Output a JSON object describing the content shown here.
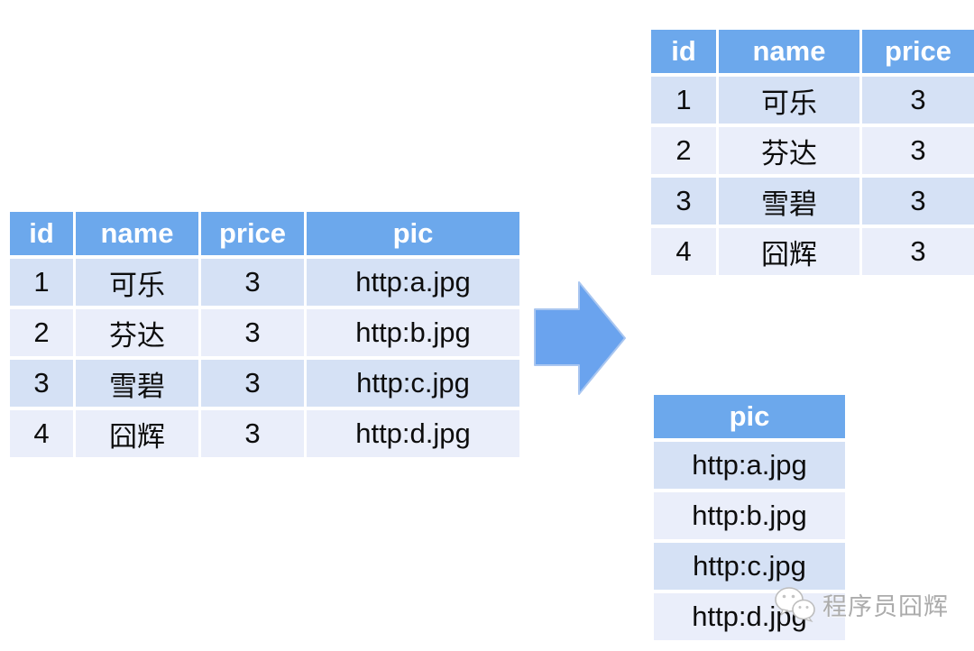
{
  "diagram": {
    "description_colors": {
      "header_bg": "#6CA8EC",
      "row_odd_bg": "#D5E1F5",
      "row_even_bg": "#EAEEFA",
      "header_text": "#FFFFFF",
      "cell_text": "#0D0D0D",
      "arrow_fill": "#6AA3EE",
      "arrow_border": "#A9C6F0",
      "watermark_gray": "#ACACAC"
    }
  },
  "tables": {
    "source": {
      "headers": [
        "id",
        "name",
        "price",
        "pic"
      ],
      "rows": [
        [
          "1",
          "可乐",
          "3",
          "http:a.jpg"
        ],
        [
          "2",
          "芬达",
          "3",
          "http:b.jpg"
        ],
        [
          "3",
          "雪碧",
          "3",
          "http:c.jpg"
        ],
        [
          "4",
          "囧辉",
          "3",
          "http:d.jpg"
        ]
      ]
    },
    "split_main": {
      "headers": [
        "id",
        "name",
        "price"
      ],
      "rows": [
        [
          "1",
          "可乐",
          "3"
        ],
        [
          "2",
          "芬达",
          "3"
        ],
        [
          "3",
          "雪碧",
          "3"
        ],
        [
          "4",
          "囧辉",
          "3"
        ]
      ]
    },
    "split_pic": {
      "headers": [
        "pic"
      ],
      "rows": [
        [
          "http:a.jpg"
        ],
        [
          "http:b.jpg"
        ],
        [
          "http:c.jpg"
        ],
        [
          "http:d.jpg"
        ]
      ]
    }
  },
  "arrow": {
    "direction": "right"
  },
  "watermark": {
    "label": "程序员囧辉",
    "icon": "wechat-icon"
  }
}
